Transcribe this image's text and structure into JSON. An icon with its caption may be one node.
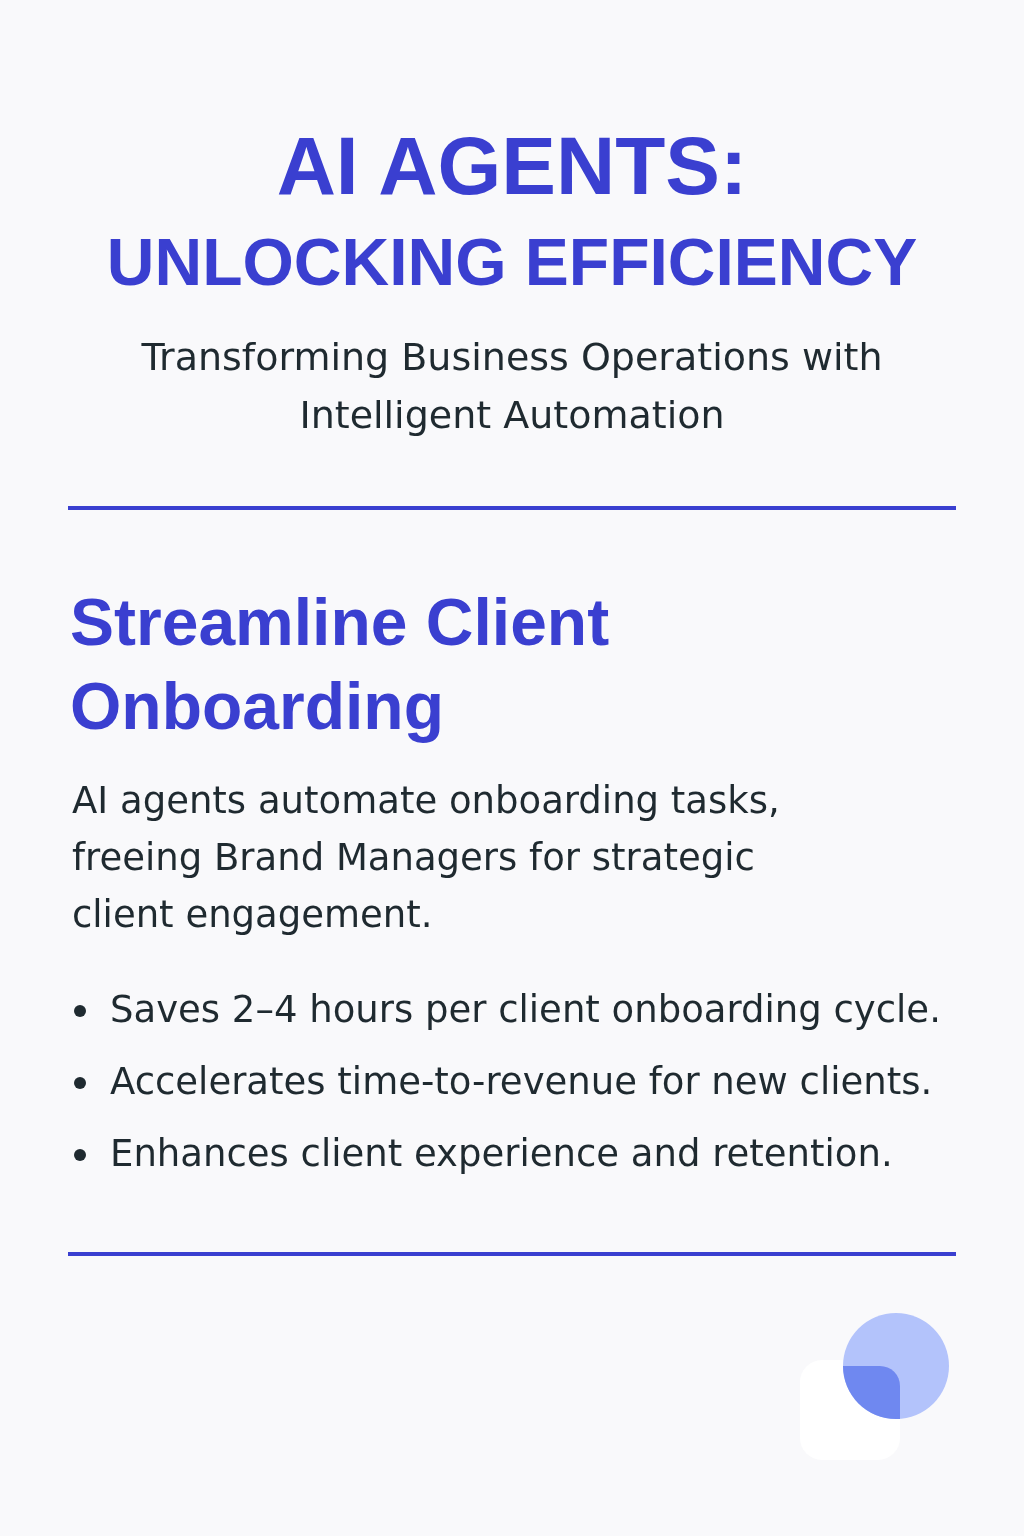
{
  "diagram": {
    "title": "AI AGENTS: UNLOCKING EFFICIENCY",
    "labels": [
      "Transforming Business Operations with Intelligent Automation",
      "Streamline Client Onboarding",
      "AI agents automate onboarding tasks, freeing Brand Managers for strategic client engagement.",
      "Saves 2–4 hours per client onboarding cycle.",
      "Accelerates time-to-revenue for new clients.",
      "Enhances client experience and retention."
    ]
  }
}
